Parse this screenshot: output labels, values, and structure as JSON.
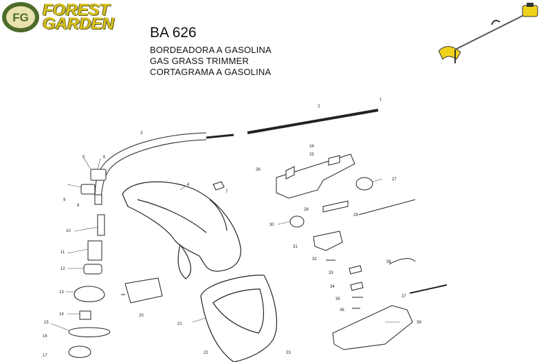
{
  "brand": {
    "line1": "FOREST",
    "line2": "GARDEN",
    "badge": "FG",
    "colors": {
      "gold": "#d9c21a",
      "green": "#4d6b2a"
    }
  },
  "product": {
    "model": "BA 626",
    "name_es": "BORDEADORA A GASOLINA",
    "name_en": "GAS GRASS TRIMMER",
    "name_es2": "CORTAGRAMA A GASOLINA"
  },
  "callouts": [
    "1",
    "2",
    "3",
    "4",
    "5",
    "6",
    "7",
    "8",
    "9",
    "10",
    "11",
    "12",
    "13",
    "14",
    "15",
    "16",
    "17",
    "20",
    "21",
    "22",
    "23",
    "24",
    "25",
    "26",
    "27",
    "28",
    "29",
    "30",
    "31",
    "32",
    "33",
    "34",
    "35",
    "36",
    "37",
    "38",
    "39"
  ]
}
